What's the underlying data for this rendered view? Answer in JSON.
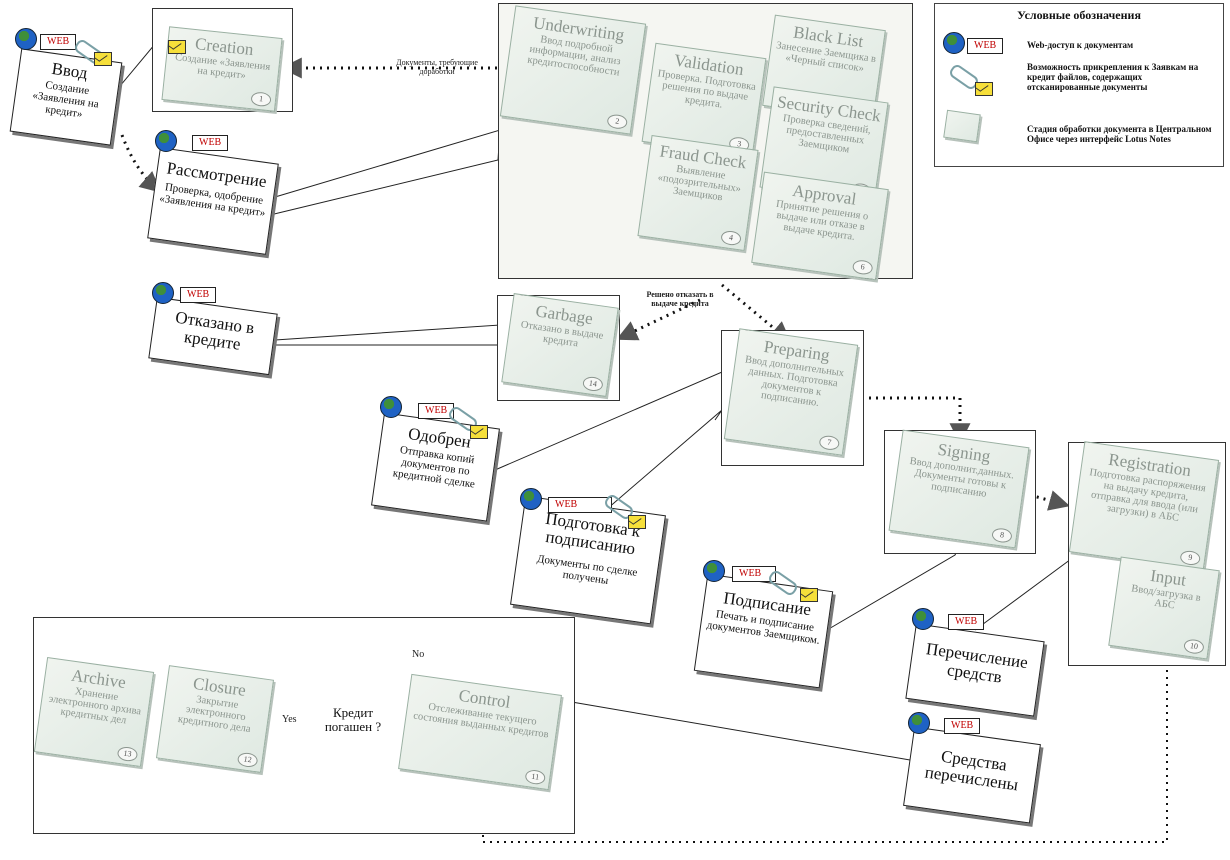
{
  "legend": {
    "title": "Условные обозначения",
    "web_label": "WEB",
    "web_desc": "Web-доступ к документам",
    "attach_desc": "Возможность прикрепления к Заявкам на кредит файлов, содержащих отсканированные документы",
    "stage_desc": "Стадия обработки документа в Центральном Офисе через интерфейс Lotus Notes"
  },
  "web_label": "WEB",
  "callouts": {
    "vvod": {
      "title": "Ввод",
      "desc": "Создание «Заявления на кредит»"
    },
    "rassmotrenie": {
      "title": "Рассмотрение",
      "desc": "Проверка, одобрение «Заявления на кредит»"
    },
    "otkazano": {
      "title": "Отказано в кредите",
      "desc": ""
    },
    "odobren": {
      "title": "Одобрен",
      "desc": "Отправка копий документов по кредитной сделке"
    },
    "podgotovka": {
      "title": "Подготовка к подписанию",
      "desc": "Документы по сделке получены"
    },
    "podpisanie": {
      "title": "Подписание",
      "desc": "Печать и подписание документов Заемщиком."
    },
    "perechislenie": {
      "title": "Перечисление средств",
      "desc": ""
    },
    "sredstva": {
      "title": "Средства перечислены",
      "desc": ""
    }
  },
  "stages": {
    "creation": {
      "title": "Creation",
      "desc": "Создание «Заявления на кредит»",
      "num": "1"
    },
    "underwriting": {
      "title": "Underwriting",
      "desc": "Ввод подробной информации, анализ кредитоспособности",
      "num": "2"
    },
    "validation": {
      "title": "Validation",
      "desc": "Проверка. Подготовка решения по выдаче кредита.",
      "num": "3"
    },
    "fraud": {
      "title": "Fraud Check",
      "desc": "Выявление «подозрительных» Заемщиков",
      "num": "4"
    },
    "security": {
      "title": "Security Check",
      "desc": "Проверка сведений, предоставленных Заемщиком",
      "num": "5"
    },
    "approval": {
      "title": "Approval",
      "desc": "Принятие решения о выдаче или отказе в выдаче кредита.",
      "num": "6"
    },
    "preparing": {
      "title": "Preparing",
      "desc": "Ввод дополнительных данных. Подготовка документов к подписанию.",
      "num": "7"
    },
    "signing": {
      "title": "Signing",
      "desc": "Ввод дополнит.данных. Документы готовы к подписанию",
      "num": "8"
    },
    "registration": {
      "title": "Registration",
      "desc": "Подготовка распоряжения на выдачу кредита, отправка для ввода (или загрузки) в АБС",
      "num": "9"
    },
    "input": {
      "title": "Input",
      "desc": "Ввод/загрузка в АБС",
      "num": "10"
    },
    "control": {
      "title": "Control",
      "desc": "Отслеживание текущего состояния выданных кредитов",
      "num": "11"
    },
    "closure": {
      "title": "Closure",
      "desc": "Закрытие электронного кредитного дела",
      "num": "12"
    },
    "archive": {
      "title": "Archive",
      "desc": "Хранение электронного архива кредитных дел",
      "num": "13"
    },
    "garbage": {
      "title": "Garbage",
      "desc": "Отказано в выдаче кредита",
      "num": "14"
    },
    "blacklist": {
      "title": "Black List",
      "desc": "Занесение Заемщика в «Черный список»",
      "num": ""
    }
  },
  "decision": {
    "text": "Кредит погашен ?",
    "yes": "Yes",
    "no": "No"
  },
  "labels": {
    "rework": "Документы, требующие доработки",
    "refused": "Решено отказать в выдаче кредита"
  }
}
